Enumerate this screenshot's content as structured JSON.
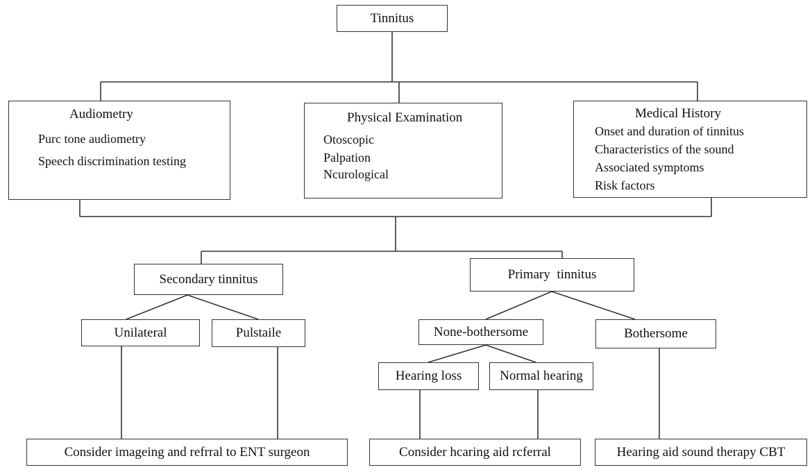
{
  "root": {
    "label": "Tinnitus"
  },
  "assessments": {
    "audiometry": {
      "title": "Audiometry",
      "items": [
        "Purc tone audiometry",
        "Speech discrimination testing"
      ]
    },
    "physical": {
      "title": "Physical Examination",
      "items": [
        "Otoscopic",
        "Palpation",
        "Ncurological"
      ]
    },
    "history": {
      "title": "Medical History",
      "items": [
        "Onset and duration of tinnitus",
        "Characteristics of the sound",
        "Associated symptoms",
        "Risk factors"
      ]
    }
  },
  "secondary": {
    "label": "Secondary tinnitus",
    "unilateral": "Unilateral",
    "pulsatile": "Pulstaile",
    "outcome": "Consider imageing and refrral to ENT surgeon"
  },
  "primary": {
    "label": "Primary  tinnitus",
    "non_bothersome": "None-bothersome",
    "bothersome": "Bothersome",
    "hearing_loss": "Hearing loss",
    "normal_hearing": "Normal hearing",
    "outcome_nonbothersome": "Consider hcaring aid rcferral",
    "outcome_bothersome": "Hearing aid sound therapy CBT"
  }
}
